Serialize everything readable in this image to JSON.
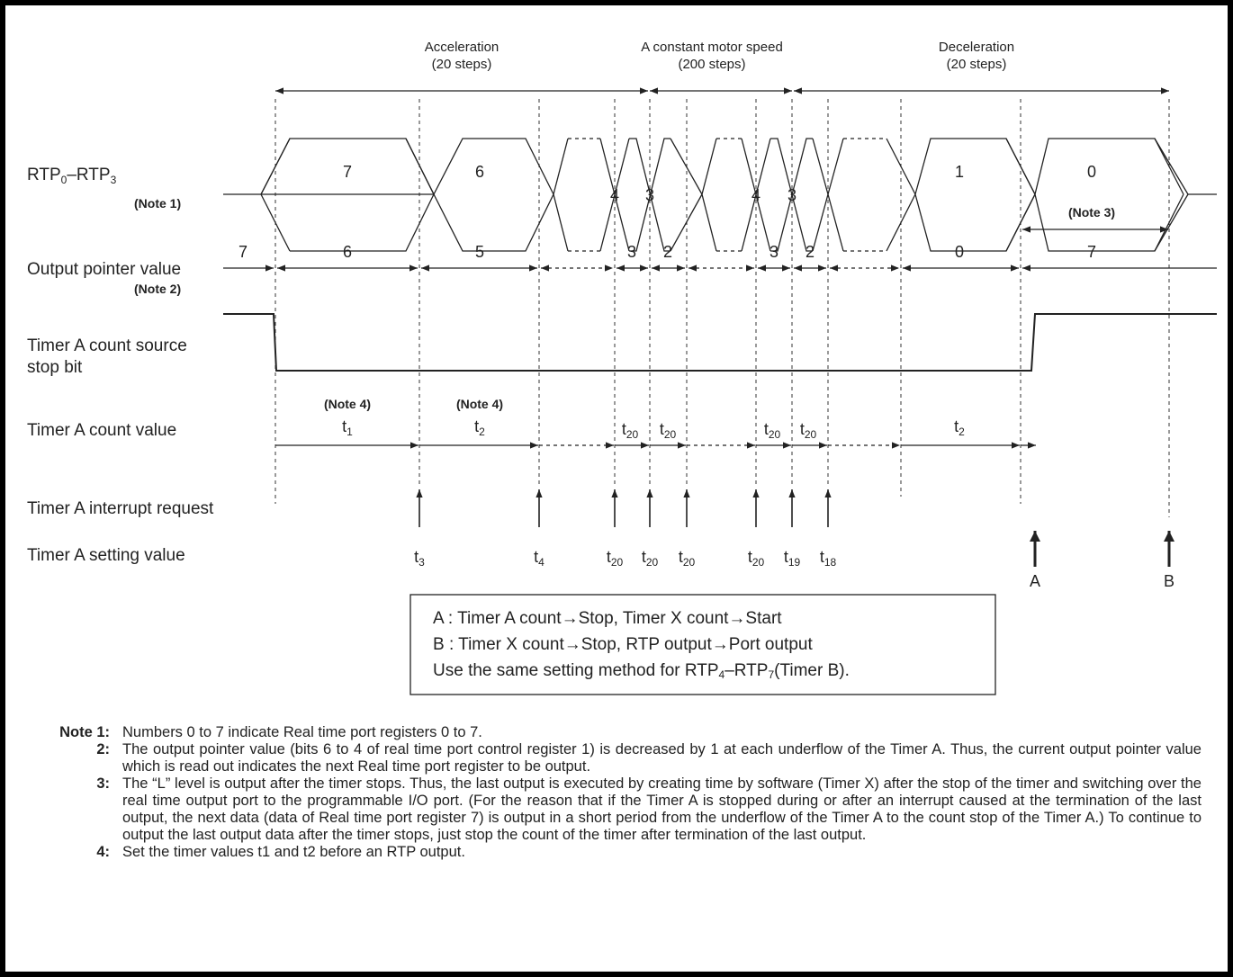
{
  "phases": [
    {
      "title": "Acceleration",
      "steps": "(20 steps)"
    },
    {
      "title": "A constant motor speed",
      "steps": "(200 steps)"
    },
    {
      "title": "Deceleration",
      "steps": "(20 steps)"
    }
  ],
  "row_labels": {
    "rtp_main": "RTP",
    "rtp_sub1": "0",
    "rtp_dash": "–RTP",
    "rtp_sub2": "3",
    "rtp_note": "(Note 1)",
    "pointer": "Output pointer value",
    "pointer_note": "(Note 2)",
    "stopbit_1": "Timer A count source",
    "stopbit_2": "stop bit",
    "count": "Timer A count value",
    "irq": "Timer A interrupt request",
    "setting": "Timer A setting value"
  },
  "rtp_values": [
    "7",
    "6",
    "4",
    "3",
    "4",
    "3",
    "1",
    "0"
  ],
  "pointer_values": [
    "7",
    "6",
    "5",
    "3",
    "2",
    "3",
    "2",
    "0",
    "7"
  ],
  "note3_label": "(Note 3)",
  "note4_label": "(Note 4)",
  "count_values": {
    "t1_main": "t",
    "t1_sub": "1",
    "t2_main": "t",
    "t2_sub": "2",
    "t20_main": "t",
    "t20_sub": "20"
  },
  "setting_values": [
    {
      "main": "t",
      "sub": "3"
    },
    {
      "main": "t",
      "sub": "4"
    },
    {
      "main": "t",
      "sub": "20"
    },
    {
      "main": "t",
      "sub": "20"
    },
    {
      "main": "t",
      "sub": "20"
    },
    {
      "main": "t",
      "sub": "20"
    },
    {
      "main": "t",
      "sub": "19"
    },
    {
      "main": "t",
      "sub": "18"
    }
  ],
  "markers": [
    "A",
    "B"
  ],
  "legend": {
    "line_a": "A : Timer A count→Stop, Timer X count→Start",
    "line_b": "B : Timer X count→Stop, RTP output→Port output",
    "line_c_pre": "Use the same setting method for RTP",
    "line_c_sub1": "4",
    "line_c_mid": "–RTP",
    "line_c_sub2": "7",
    "line_c_post": "(Timer B)."
  },
  "notes": [
    {
      "num": "Note 1:",
      "text": "Numbers 0 to 7 indicate Real time port registers 0 to 7."
    },
    {
      "num": "2:",
      "text": "The output pointer value (bits 6 to 4 of real time port control register 1) is decreased by 1 at each underflow of the Timer A. Thus, the current output pointer value which is read out indicates the next Real time port register to be output."
    },
    {
      "num": "3:",
      "text": "The “L” level is output after the timer stops. Thus, the last output is executed by creating time by software (Timer X) after the stop of the timer and switching over the real time output port to the programmable I/O port. (For the reason that if the Timer A is stopped during or after an interrupt caused at the termination of the last output, the next data (data of Real time port register 7) is output in a short period from the underflow of the Timer A to the count stop of the Timer A.) To continue to output the last output data after the timer stops, just stop the count of the timer after termination of the last output."
    },
    {
      "num": "4:",
      "text": "Set the timer values t1 and t2 before an RTP output."
    }
  ]
}
